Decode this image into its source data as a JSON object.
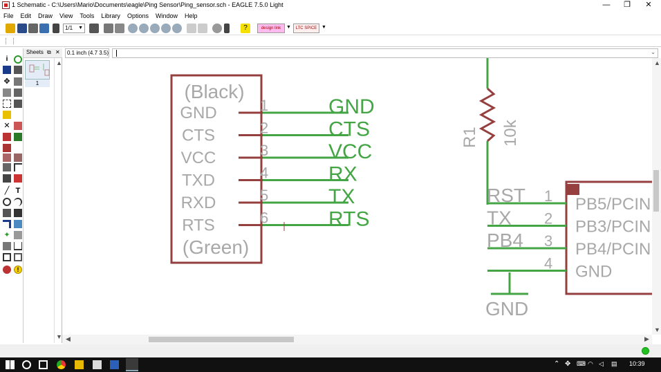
{
  "window": {
    "title": "1 Schematic - C:\\Users\\Mario\\Documents\\eagle\\Ping Sensor\\Ping_sensor.sch - EAGLE 7.5.0 Light",
    "minimize": "—",
    "restore": "❐",
    "close": "✕"
  },
  "menu": [
    "File",
    "Edit",
    "Draw",
    "View",
    "Tools",
    "Library",
    "Options",
    "Window",
    "Help"
  ],
  "toolbar": {
    "sheet_select": "1/1",
    "designlink": "design link",
    "ltspice": "LTC SPICE"
  },
  "command": {
    "grid_readout": "0.1 inch (4.7 3.5)",
    "input_value": ""
  },
  "sheets_panel": {
    "title": "Sheets",
    "sheet_number": "1"
  },
  "schematic": {
    "connector": {
      "top_label": "(Black)",
      "bottom_label": "(Green)",
      "pins": [
        {
          "name": "GND",
          "number": "1",
          "net": "GND"
        },
        {
          "name": "CTS",
          "number": "2",
          "net": "CTS"
        },
        {
          "name": "VCC",
          "number": "3",
          "net": "VCC"
        },
        {
          "name": "TXD",
          "number": "4",
          "net": "RX"
        },
        {
          "name": "RXD",
          "number": "5",
          "net": "TX"
        },
        {
          "name": "RTS",
          "number": "6",
          "net": "RTS"
        }
      ]
    },
    "resistor": {
      "name": "R1",
      "value": "10k"
    },
    "chip": {
      "pins": [
        {
          "number": "1",
          "net": "RST",
          "name": "PB5/PCIN"
        },
        {
          "number": "2",
          "net": "TX",
          "name": "PB3/PCIN"
        },
        {
          "number": "3",
          "net": "PB4",
          "name": "PB4/PCIN"
        },
        {
          "number": "4",
          "net": "",
          "name": "GND"
        }
      ]
    },
    "ground_label": "GND"
  },
  "taskbar": {
    "time": "10:39"
  },
  "colors": {
    "net": "#44a544",
    "part": "#963f3f",
    "pin_text": "#a8a8a8"
  }
}
